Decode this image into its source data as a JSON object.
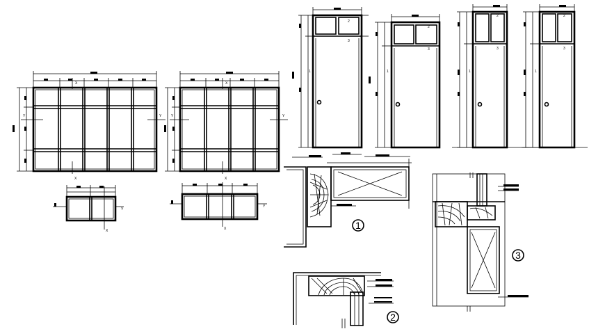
{
  "detail_labels": [
    "1",
    "2",
    "3"
  ],
  "colors": {
    "line": "#000000",
    "background": "#ffffff"
  }
}
